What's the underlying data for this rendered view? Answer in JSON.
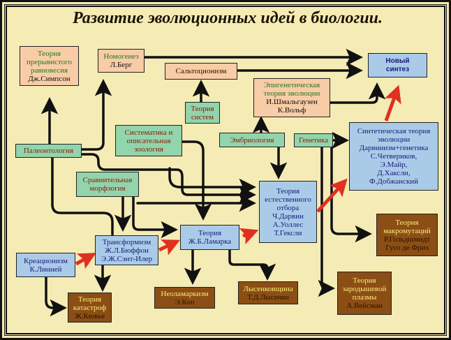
{
  "title": "Развитие эволюционных идей в биологии.",
  "colors": {
    "background": "#f5ebb5",
    "peach_box": "#f8cca6",
    "green_box": "#92d4ac",
    "blue_box": "#a9cbe8",
    "brown_box": "#8b4e14",
    "arrow_black": "#111111",
    "arrow_red": "#e03020"
  },
  "nodes": {
    "punctuated": {
      "line1": "Теория",
      "line2": "прерывистого",
      "line3": "равновесия",
      "line4": "Дж.Симпсон"
    },
    "nomogenesis": {
      "line1": "Номогенез",
      "line2": "Л.Берг"
    },
    "saltationism": {
      "line1": "Сальтоционизм"
    },
    "new_synthesis": {
      "line1": "Новый",
      "line2": "синтез"
    },
    "epigenetic": {
      "line1": "Эпигенетическая",
      "line2": "теория эволюции",
      "line3": "И.Шмальгаузен",
      "line4": "К.Вольф"
    },
    "systems": {
      "line1": "Теория",
      "line2": "систем"
    },
    "systematics": {
      "line1": "Систематика и",
      "line2": "описательная",
      "line3": "зоология"
    },
    "paleontology": {
      "line1": "Палеонтология"
    },
    "embryology": {
      "line1": "Эмбриология"
    },
    "genetics": {
      "line1": "Генетика"
    },
    "synthetic": {
      "line1": "Синтетическая теория",
      "line2": "эволюции",
      "line3": "Дарвинизм+генетика",
      "line4": "С.Четвериков,",
      "line5": "Э.Майр,",
      "line6": "Д.Хаксли,",
      "line7": "Ф.Добжанский"
    },
    "comparative": {
      "line1": "Сравнительная",
      "line2": "морфлогия"
    },
    "natural_selection": {
      "line1": "Теория",
      "line2": "естественного",
      "line3": "отбора",
      "line4": "Ч.Дарвин",
      "line5": "А.Уоллес",
      "line6": "Т.Гексли"
    },
    "macromutation": {
      "line1": "Теория",
      "line2": "макромутаций",
      "line3": "Р.Гольдшмидт",
      "line4": "Гуго де Фриз"
    },
    "transformism": {
      "line1": "Трансформизм",
      "line2": "Ж.Л.Бюффон",
      "line3": "Э.Ж.Сэнт-Илер"
    },
    "lamarck": {
      "line1": "Теория",
      "line2": "Ж.Б.Ламарка"
    },
    "creationism": {
      "line1": "Креационизм",
      "line2": "К.Линней"
    },
    "catastrophe": {
      "line1": "Теория",
      "line2": "катастроф",
      "line3": "Ж.Кювье"
    },
    "neolamarckism": {
      "line1": "Неоламаркизм",
      "line2": "Э.Коп"
    },
    "lysenkoism": {
      "line1": "Лысенковщина",
      "line2": "Т.Д.Лысенко"
    },
    "germplasm": {
      "line1": "Теория",
      "line2": "зародышевой",
      "line3": "плазмы",
      "line4": "А.Вейсман"
    }
  },
  "edges": [
    {
      "from": "nomogenesis",
      "to": "new_synthesis",
      "style": "black"
    },
    {
      "from": "saltationism",
      "to": "new_synthesis",
      "style": "black"
    },
    {
      "from": "epigenetic",
      "to": "new_synthesis",
      "style": "black"
    },
    {
      "from": "synthetic",
      "to": "new_synthesis",
      "style": "red"
    },
    {
      "from": "paleontology",
      "to": "punctuated",
      "style": "black"
    },
    {
      "from": "paleontology",
      "to": "nomogenesis",
      "style": "black"
    },
    {
      "from": "systems",
      "to": "saltationism",
      "style": "black"
    },
    {
      "from": "embryology",
      "to": "epigenetic",
      "style": "black"
    },
    {
      "from": "genetics",
      "to": "synthetic",
      "style": "black"
    },
    {
      "from": "embryology",
      "to": "natural_selection",
      "style": "black"
    },
    {
      "from": "systematics",
      "to": "natural_selection",
      "style": "black"
    },
    {
      "from": "systematics",
      "to": "lamarck",
      "style": "black"
    },
    {
      "from": "paleontology",
      "to": "natural_selection",
      "style": "black"
    },
    {
      "from": "comparative",
      "to": "natural_selection",
      "style": "black"
    },
    {
      "from": "comparative",
      "to": "transformism",
      "style": "black"
    },
    {
      "from": "comparative",
      "to": "lamarck",
      "style": "black"
    },
    {
      "from": "paleontology",
      "to": "transformism",
      "style": "black"
    },
    {
      "from": "natural_selection",
      "to": "synthetic",
      "style": "red"
    },
    {
      "from": "lamarck",
      "to": "natural_selection",
      "style": "red"
    },
    {
      "from": "transformism",
      "to": "lamarck",
      "style": "red"
    },
    {
      "from": "creationism",
      "to": "transformism",
      "style": "red"
    },
    {
      "from": "creationism",
      "to": "catastrophe",
      "style": "black"
    },
    {
      "from": "transformism",
      "to": "catastrophe",
      "style": "black"
    },
    {
      "from": "lamarck",
      "to": "neolamarckism",
      "style": "black"
    },
    {
      "from": "lamarck",
      "to": "lysenkoism",
      "style": "black"
    },
    {
      "from": "genetics",
      "to": "macromutation",
      "style": "black"
    },
    {
      "from": "genetics",
      "to": "germplasm",
      "style": "black"
    }
  ]
}
